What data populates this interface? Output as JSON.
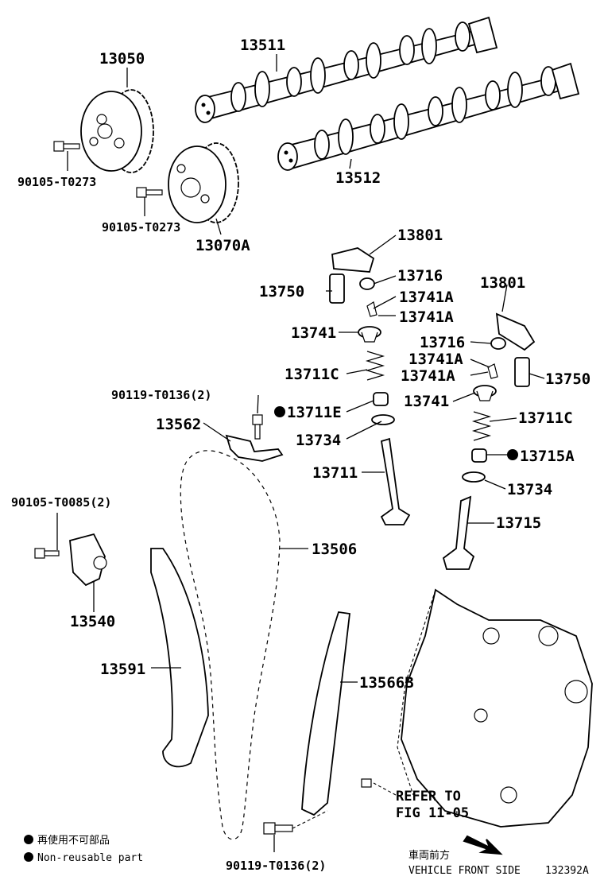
{
  "diagram": {
    "part_labels": {
      "p13050": "13050",
      "p13511": "13511",
      "p13512": "13512",
      "p13070A": "13070A",
      "b90105_T0273_a": "90105-T0273",
      "b90105_T0273_b": "90105-T0273",
      "p13801_a": "13801",
      "p13801_b": "13801",
      "p13716_a": "13716",
      "p13716_b": "13716",
      "p13750_a": "13750",
      "p13750_b": "13750",
      "p13741A_a": "13741A",
      "p13741A_b": "13741A",
      "p13741A_c": "13741A",
      "p13741A_d": "13741A",
      "p13741_a": "13741",
      "p13741_b": "13741",
      "p13711C_a": "13711C",
      "p13711C_b": "13711C",
      "b90119_T0136_top": "90119-T0136(2)",
      "p13711E": "13711E",
      "p13562": "13562",
      "p13734_a": "13734",
      "p13734_b": "13734",
      "p13715A": "13715A",
      "p13711": "13711",
      "p13715": "13715",
      "b90105_T0085": "90105-T0085(2)",
      "p13506": "13506",
      "p13540": "13540",
      "p13591": "13591",
      "p13566B": "13566B",
      "b90119_T0136_bottom": "90119-T0136(2)"
    },
    "refer_line1": "REFER TO",
    "refer_line2": "FIG 11-05",
    "legend": {
      "jp": "再使用不可部品",
      "en": "Non-reusable part"
    },
    "front_jp": "車両前方",
    "front_en": "VEHICLE FRONT SIDE",
    "figure_code": "132392A",
    "icons": {
      "non_reusable_marker": "filled-circle",
      "front_direction": "arrow-down-right"
    }
  }
}
